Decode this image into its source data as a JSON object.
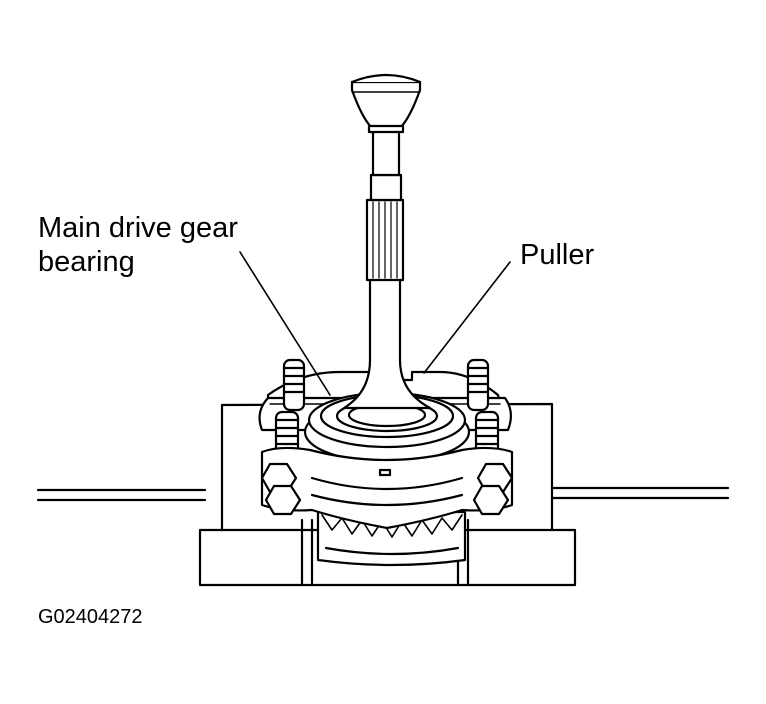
{
  "labels": {
    "bearing_line1": "Main drive gear",
    "bearing_line2": "bearing",
    "puller": "Puller"
  },
  "figure_code": "G02404272",
  "colors": {
    "line": "#000000",
    "background": "#ffffff"
  }
}
